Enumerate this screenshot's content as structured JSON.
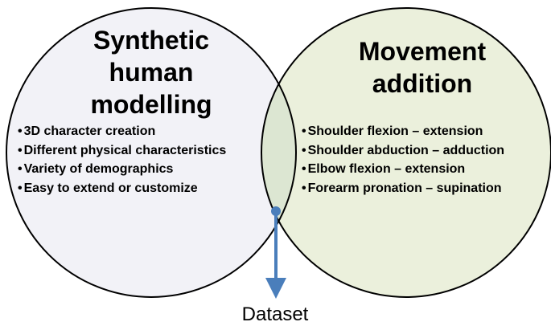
{
  "colors": {
    "left_circle_fill": "#f2f2f7",
    "right_circle_fill": "#ebf0dc",
    "overlap_fill": "#dce6d2",
    "circle_stroke": "#000000",
    "arrow": "#4a7ebb"
  },
  "left_set": {
    "title_lines": [
      "Synthetic",
      "human",
      "modelling"
    ],
    "items": [
      "3D character creation",
      "Different physical characteristics",
      "Variety of demographics",
      "Easy to extend or customize"
    ]
  },
  "right_set": {
    "title_lines": [
      "Movement",
      "addition"
    ],
    "items": [
      "Shoulder flexion – extension",
      "Shoulder abduction – adduction",
      "Elbow flexion – extension",
      "Forearm pronation – supination"
    ]
  },
  "output": {
    "label": "Dataset"
  }
}
